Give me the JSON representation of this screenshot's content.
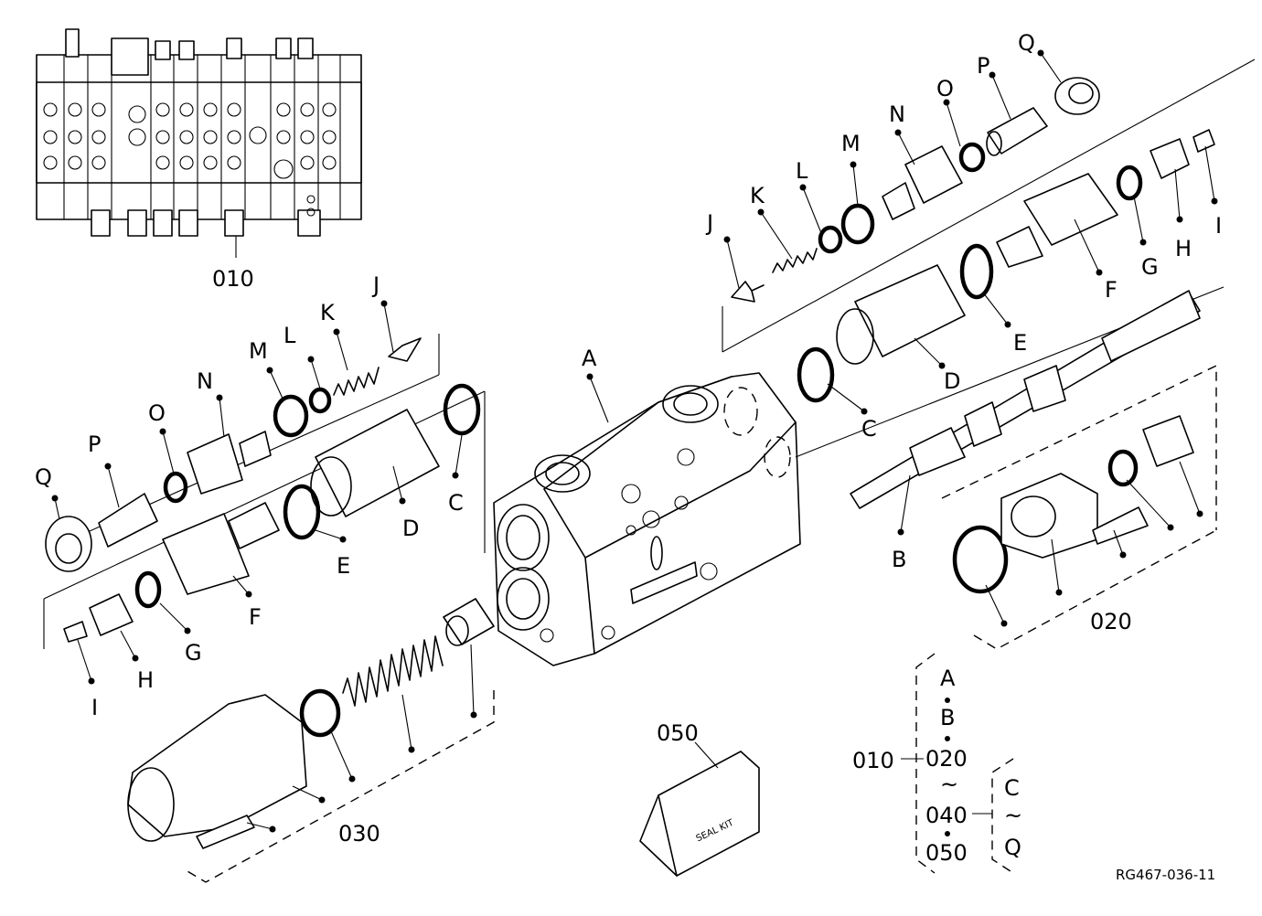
{
  "diagram": {
    "reference_code": "RG467-036-11",
    "assembly_label": "010",
    "spool_assembly_label": "020",
    "cover_assembly_label": "030",
    "seal_kit": {
      "label": "050",
      "text": "SEAL KIT"
    },
    "part_letters": [
      "A",
      "B",
      "C",
      "D",
      "E",
      "F",
      "G",
      "H",
      "I",
      "J",
      "K",
      "L",
      "M",
      "N",
      "O",
      "P",
      "Q"
    ],
    "legend": {
      "group_label": "010",
      "items": [
        "A",
        "B",
        "020",
        "040",
        "050"
      ],
      "range_symbol": "~",
      "sub_group_items": [
        "C",
        "Q"
      ]
    }
  }
}
